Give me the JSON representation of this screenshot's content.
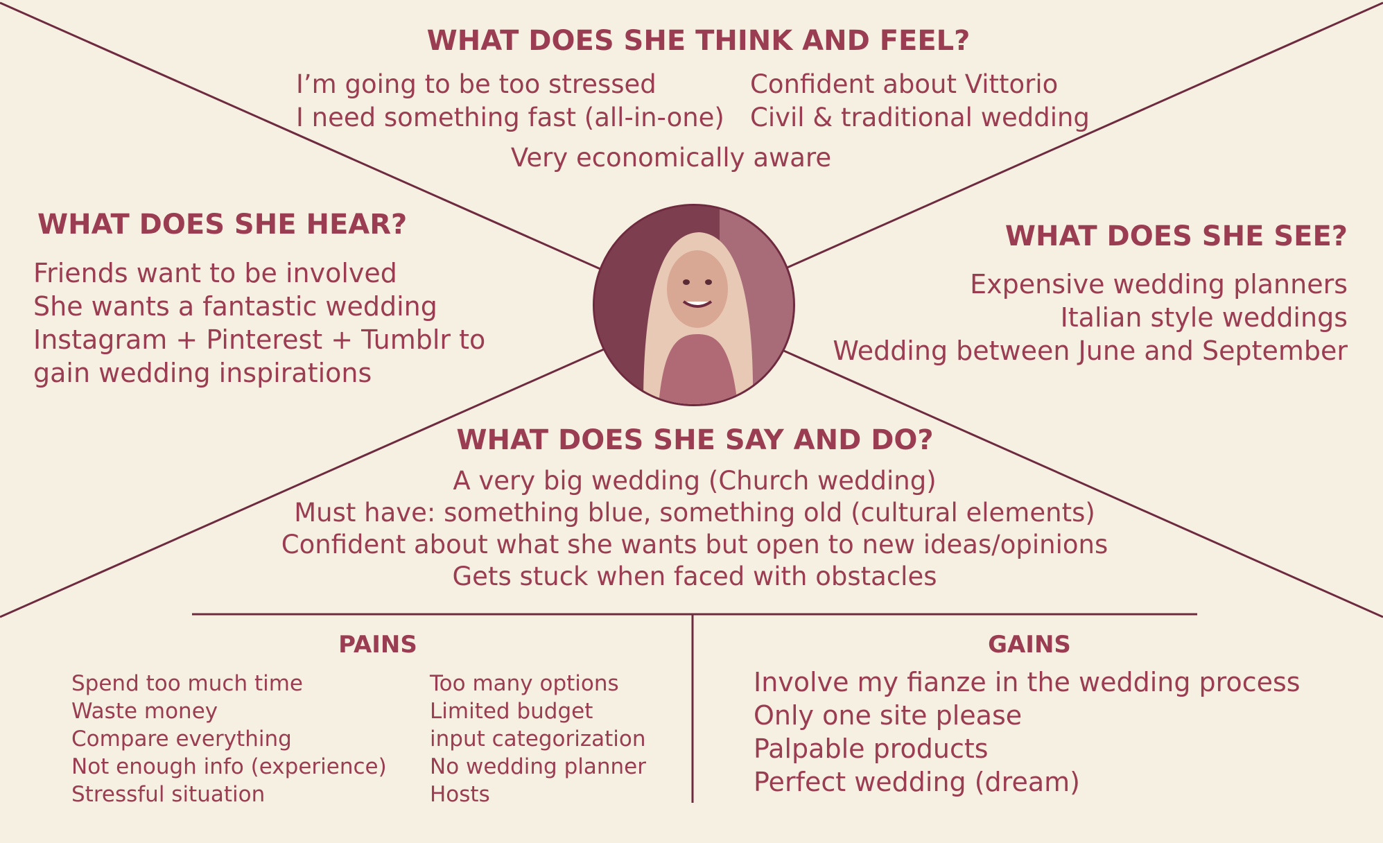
{
  "colors": {
    "background": "#f5f0e1",
    "accent": "#9a3d52",
    "line": "#6e2a3f"
  },
  "think_feel": {
    "heading": "WHAT DOES SHE THINK AND FEEL?",
    "left": [
      "I’m going to be too stressed",
      "I need something fast (all-in-one)"
    ],
    "right": [
      "Confident about Vittorio",
      "Civil & traditional wedding"
    ],
    "center": "Very economically aware"
  },
  "hear": {
    "heading": "WHAT DOES SHE HEAR?",
    "items": [
      "Friends want to be involved",
      "She wants a fantastic wedding",
      "Instagram + Pinterest + Tumblr to",
      "gain wedding inspirations"
    ]
  },
  "see": {
    "heading": "WHAT DOES SHE SEE?",
    "items": [
      "Expensive wedding planners",
      "Italian style weddings",
      "Wedding between June and September"
    ]
  },
  "say_do": {
    "heading": "WHAT DOES SHE SAY AND DO?",
    "items": [
      "A very big wedding (Church wedding)",
      "Must have: something blue, something old (cultural elements)",
      "Confident about what she wants but open to new ideas/opinions",
      "Gets stuck when faced with obstacles"
    ]
  },
  "pains": {
    "heading": "PAINS",
    "col1": [
      "Spend too much time",
      "Waste money",
      "Compare everything",
      "Not enough info (experience)",
      "Stressful situation"
    ],
    "col2": [
      "Too many options",
      "Limited budget",
      "input categorization",
      "No wedding planner",
      "Hosts"
    ]
  },
  "gains": {
    "heading": "GAINS",
    "items": [
      "Involve my fianze in the wedding process",
      "Only one site please",
      "Palpable products",
      "Perfect wedding (dream)"
    ]
  },
  "persona": {
    "avatar_icon": "persona-photo"
  }
}
